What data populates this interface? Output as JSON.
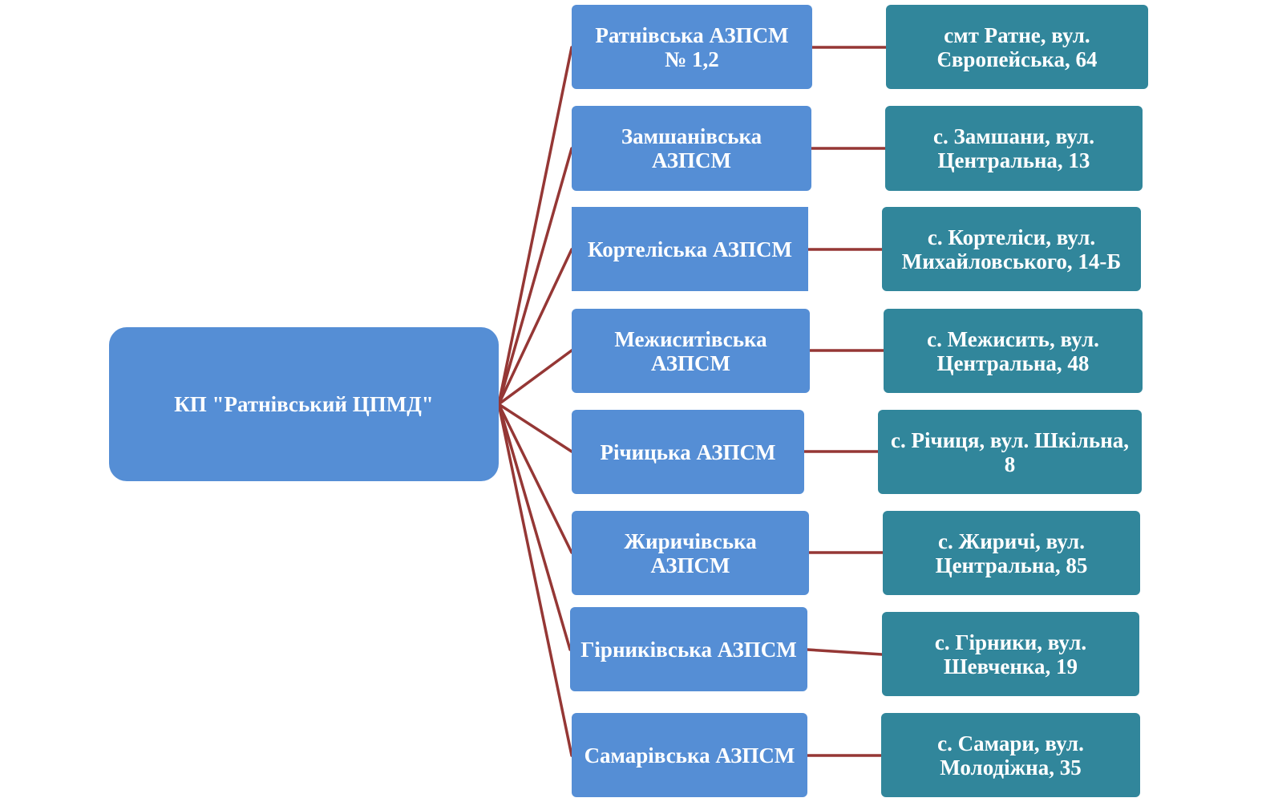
{
  "root": {
    "label": "КП \"Ратнівський ЦПМД\""
  },
  "branches": [
    {
      "name": "Ратнівська АЗПСМ\n№ 1,2",
      "address": "смт Ратне, вул.\nЄвропейська, 64"
    },
    {
      "name": "Замшанівська\nАЗПСМ",
      "address": "с. Замшани, вул.\nЦентральна, 13"
    },
    {
      "name": "Кортеліська АЗПСМ",
      "address": "с. Кортеліси, вул.\nМихайловського, 14-Б"
    },
    {
      "name": "Межиситівська\nАЗПСМ",
      "address": "с. Межисить, вул.\nЦентральна, 48"
    },
    {
      "name": "Річицька АЗПСМ",
      "address": "с. Річиця, вул. Шкільна,\n8"
    },
    {
      "name": "Жиричівська\nАЗПСМ",
      "address": "с. Жиричі, вул.\nЦентральна, 85"
    },
    {
      "name": "Гірниківська АЗПСМ",
      "address": "с. Гірники, вул.\nШевченка, 19"
    },
    {
      "name": "Самарівська АЗПСМ",
      "address": "с. Самари, вул.\nМолодіжна, 35"
    }
  ],
  "colors": {
    "node": "#558ed5",
    "address": "#31869b",
    "connector": "#953735"
  }
}
